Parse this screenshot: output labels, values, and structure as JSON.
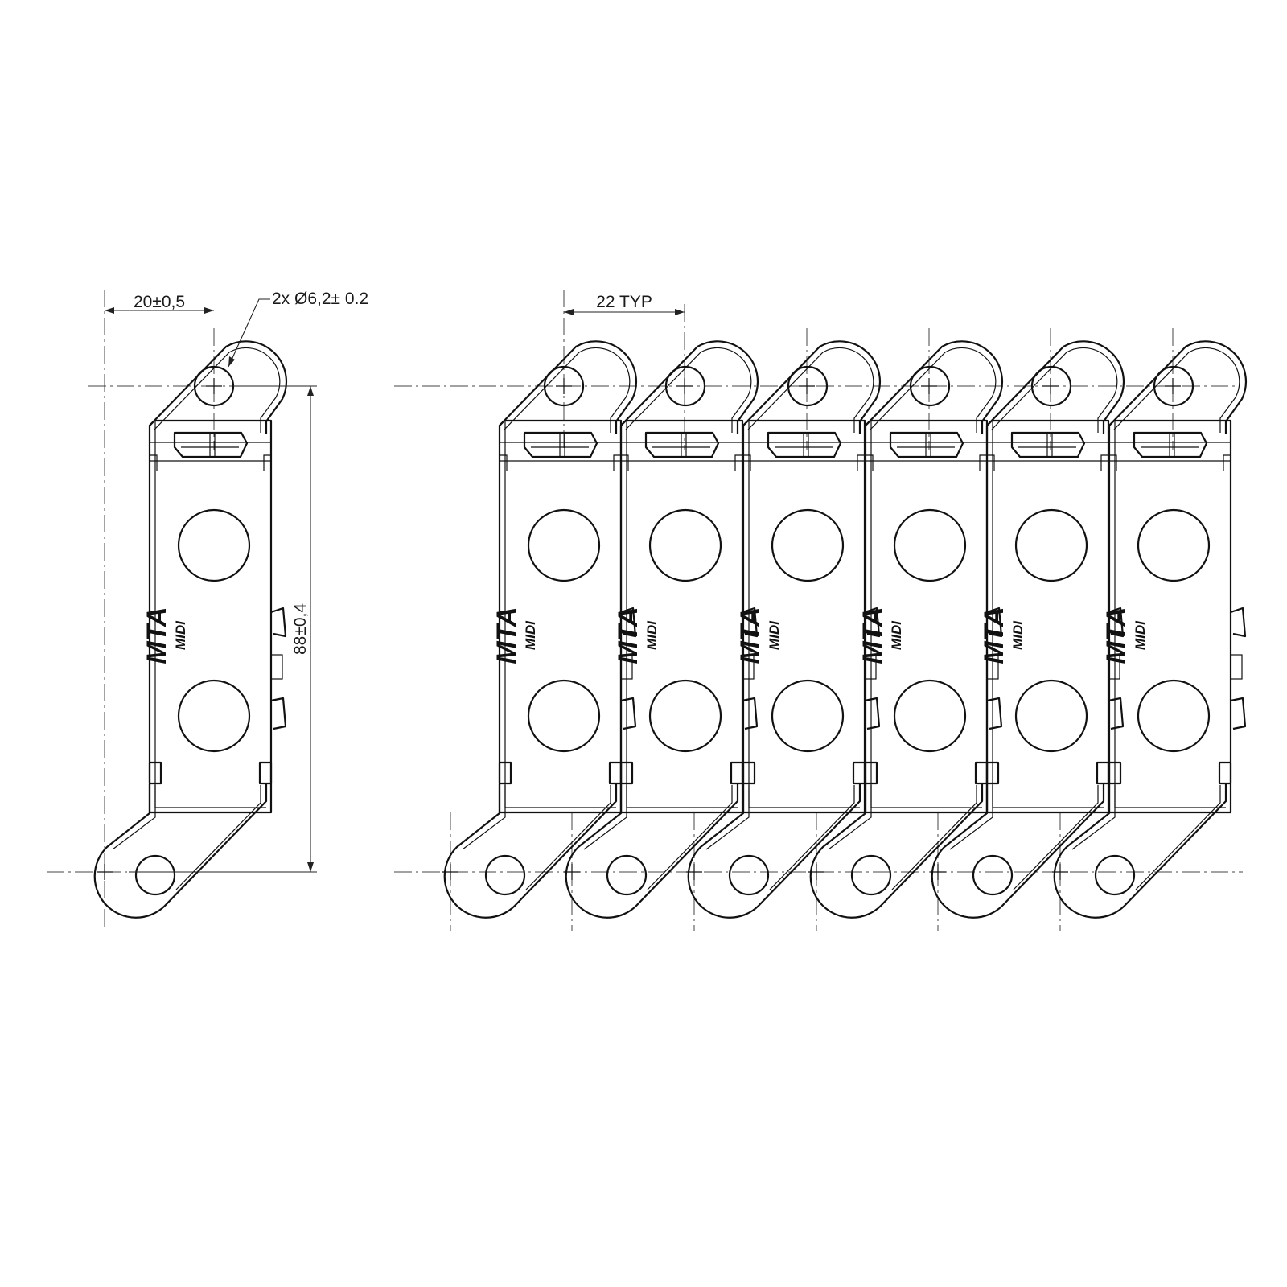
{
  "dimensions": {
    "pitch_single": "20±0,5",
    "hole_callout": "2x Ø6,2± 0.2",
    "height": "88±0,4",
    "pitch_typ": "22 TYP"
  },
  "logo": {
    "brand": "MTA",
    "model": "MIDI"
  },
  "views": {
    "single_link_count": 1,
    "chain_link_count": 6
  },
  "colors": {
    "line": "#111111",
    "background": "#ffffff"
  }
}
